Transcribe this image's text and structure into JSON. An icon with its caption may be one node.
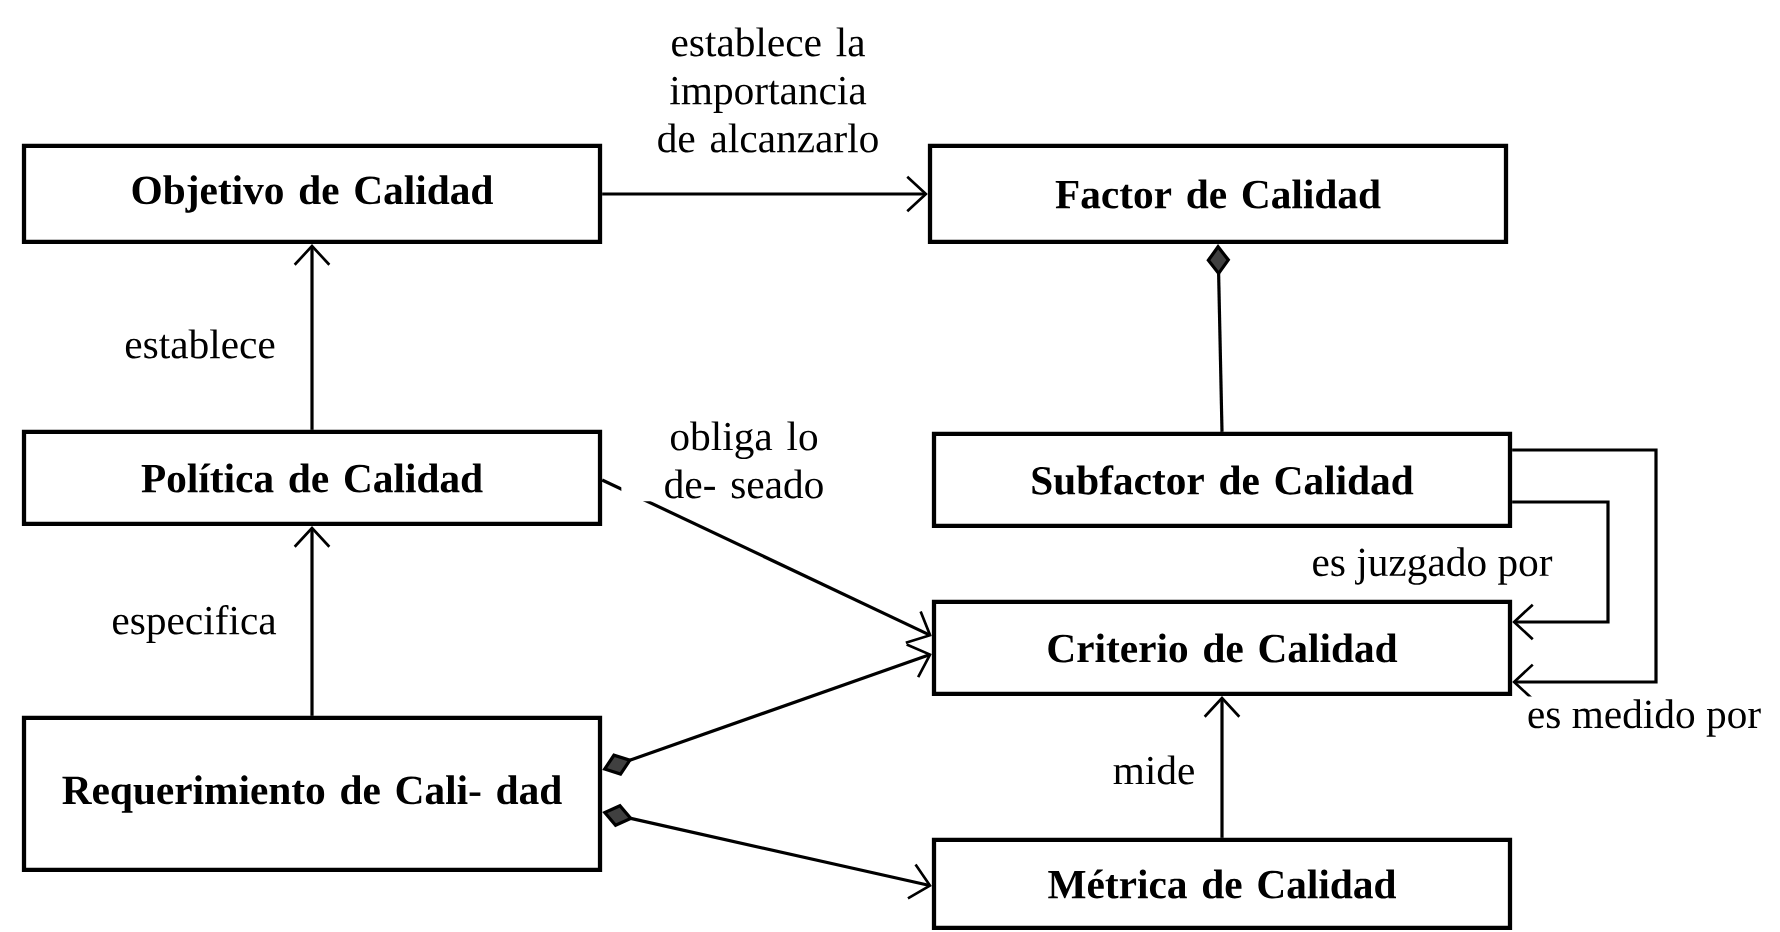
{
  "diagram": {
    "nodes": [
      {
        "text": [
          "Objetivo de Calidad"
        ]
      },
      {
        "text": [
          "Factor de Calidad"
        ]
      },
      {
        "text": [
          "Política de Calidad"
        ]
      },
      {
        "text": [
          "Subfactor de Calidad"
        ]
      },
      {
        "text": [
          "Criterio de Calidad"
        ]
      },
      {
        "text": [
          "Requerimiento de Cali- dad"
        ]
      },
      {
        "text": [
          "Métrica de Calidad"
        ]
      }
    ],
    "edges": [
      {
        "from": 0,
        "to": 1,
        "arrow": "to",
        "label": "establece la importancia de alcanzarlo"
      },
      {
        "from": 2,
        "to": 0,
        "arrow": "to",
        "label": "establece"
      },
      {
        "from": 3,
        "to": 1,
        "arrow": "other"
      },
      {
        "from": 5,
        "to": 2,
        "arrow": "to",
        "label": "especifica"
      },
      {
        "from": 2,
        "to": 4,
        "arrow": "to",
        "label": "obliga lo de- seado"
      },
      {
        "from": 5,
        "to": 4,
        "arrow": "to"
      },
      {
        "from": 5,
        "to": 6,
        "arrow": "to"
      },
      {
        "from": 6,
        "to": 4,
        "arrow": "to",
        "label": "mide"
      },
      {
        "from": 3,
        "to": 4,
        "arrow": "to",
        "label": "es juzgado por"
      },
      {
        "from": 3,
        "to": 4,
        "arrow": "to",
        "label": "es medido por"
      }
    ]
  }
}
